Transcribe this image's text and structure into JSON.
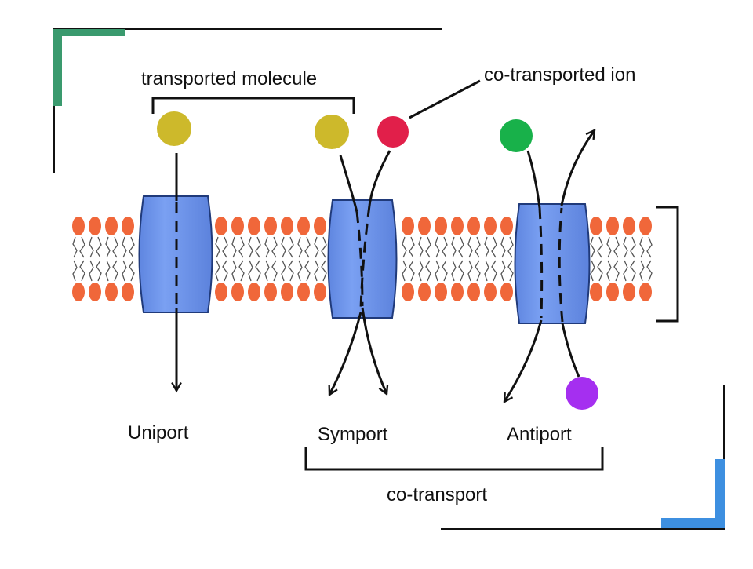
{
  "labels": {
    "transported_molecule": "transported molecule",
    "co_transported_ion": "co-transported ion",
    "uniport": "Uniport",
    "symport": "Symport",
    "antiport": "Antiport",
    "co_transport": "co-transport"
  },
  "colors": {
    "transported_molecule": "#cdb92b",
    "co_transported_ion": "#e11f4a",
    "antiport_ion_out": "#18b14a",
    "antiport_ion_in": "#a52ff0",
    "transport_protein": "#7197ee",
    "lipid_head": "#f0673a",
    "corner_accent_top": "#3a9a6e",
    "corner_accent_bottom": "#3d8fe0"
  }
}
